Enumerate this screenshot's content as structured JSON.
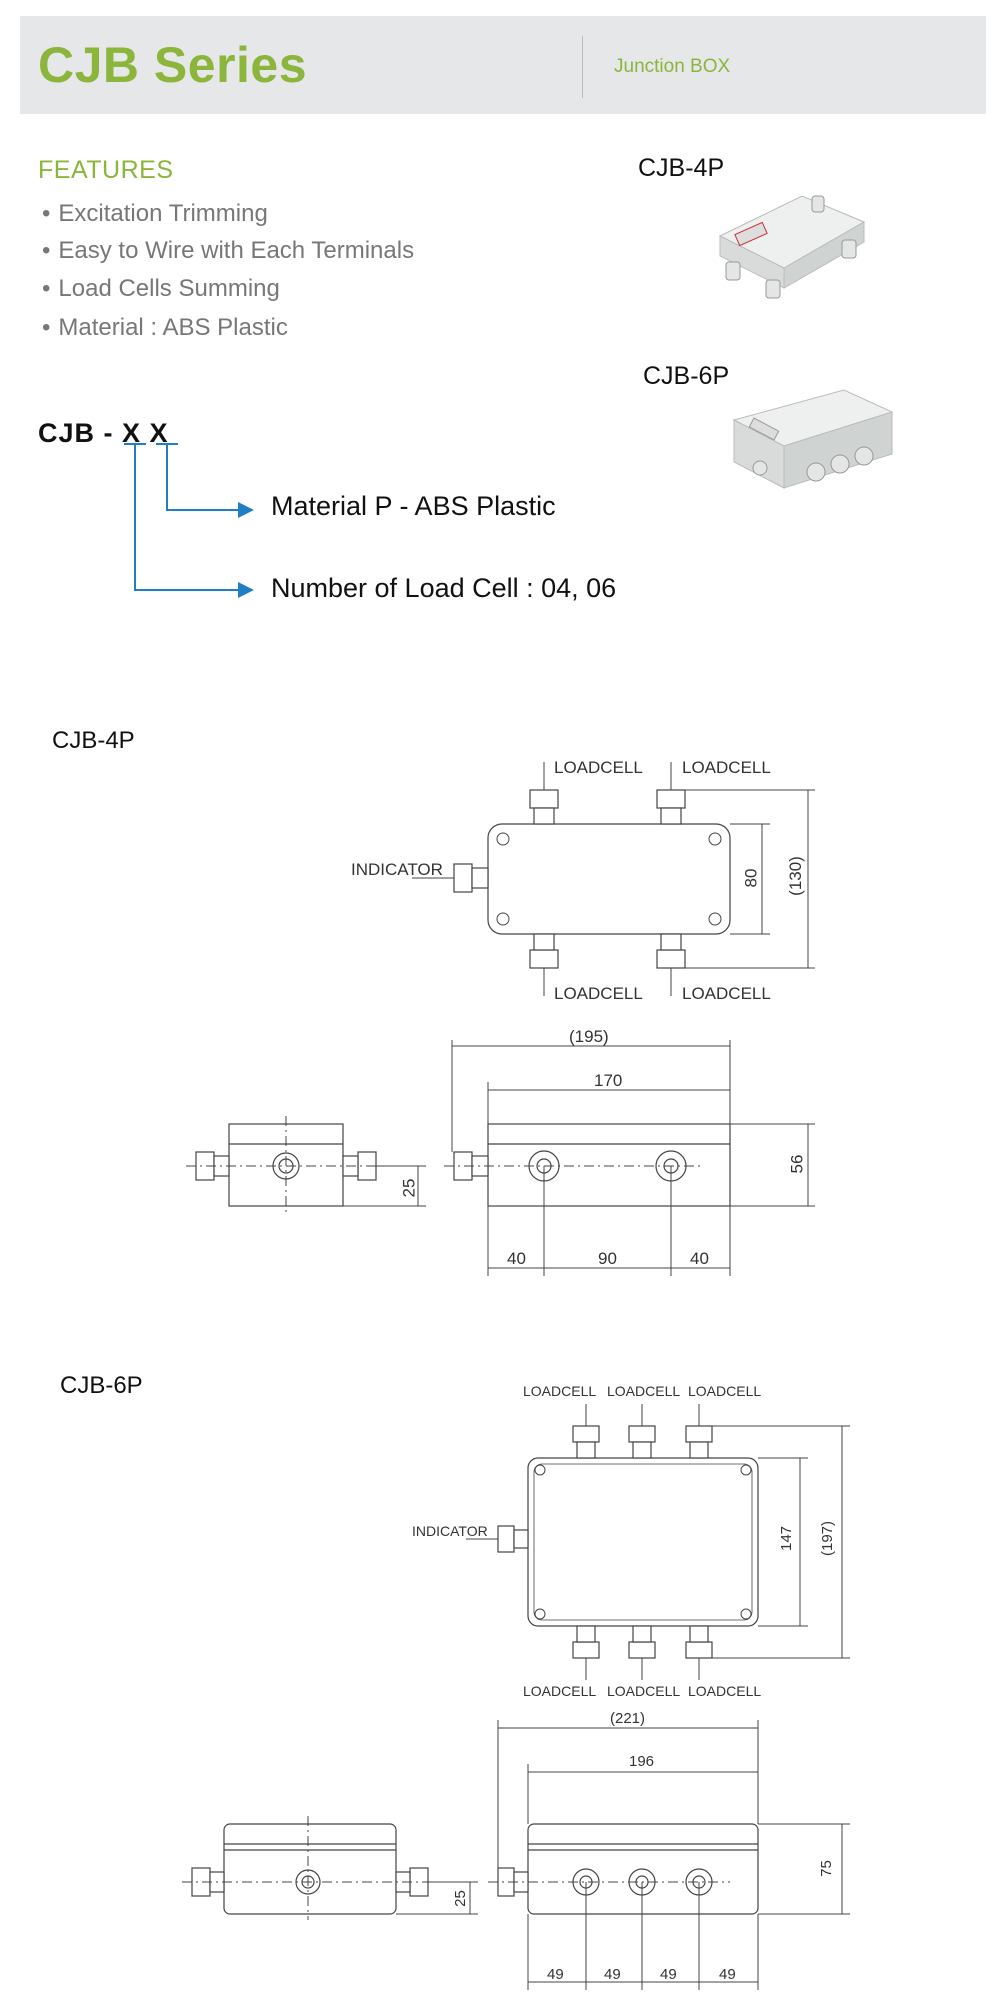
{
  "header": {
    "title": "CJB Series",
    "subtitle": "Junction BOX"
  },
  "features": {
    "heading": "FEATURES",
    "items": [
      "Excitation Trimming",
      "Easy to Wire with Each Terminals",
      "Load Cells Summing",
      "Material : ABS Plastic"
    ]
  },
  "products": {
    "cjb4p_label": "CJB-4P",
    "cjb6p_label": "CJB-6P"
  },
  "code": {
    "text": "CJB - X X",
    "material_desc": "Material P - ABS Plastic",
    "loadcell_desc": "Number of Load Cell : 04, 06"
  },
  "dims4p": {
    "title": "CJB-4P",
    "loadcell": "LOADCELL",
    "indicator": "INDICATOR",
    "d80": "80",
    "d130": "(130)",
    "d195": "(195)",
    "d170": "170",
    "d25": "25",
    "d56": "56",
    "d40a": "40",
    "d90": "90",
    "d40b": "40"
  },
  "dims6p": {
    "title": "CJB-6P",
    "loadcell": "LOADCELL",
    "indicator": "INDICATOR",
    "d147": "147",
    "d197": "(197)",
    "d221": "(221)",
    "d196": "196",
    "d25": "25",
    "d75": "75",
    "d49a": "49",
    "d49b": "49",
    "d49c": "49",
    "d49d": "49"
  },
  "colors": {
    "accent": "#8bb53b",
    "arrow": "#1f7fc4",
    "header_bg": "#e6e7e8"
  }
}
